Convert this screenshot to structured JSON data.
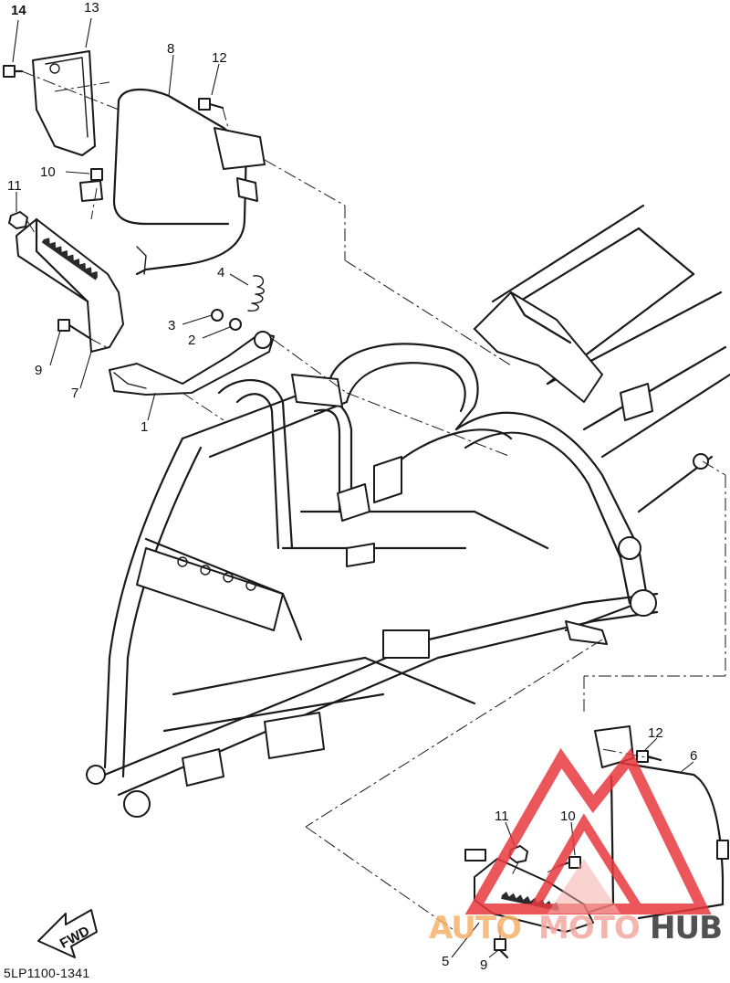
{
  "diagram": {
    "callouts": {
      "c1": "1",
      "c2": "2",
      "c3": "3",
      "c4": "4",
      "c5": "5",
      "c6": "6",
      "c7": "7",
      "c8": "8",
      "c9_left": "9",
      "c9_right": "9",
      "c10_left": "10",
      "c10_right": "10",
      "c11_left": "11",
      "c11_right": "11",
      "c12_top": "12",
      "c12_right": "12",
      "c13": "13",
      "c14": "14"
    },
    "fwd_label": "FWD",
    "footer_code": "5LP1100-1341"
  },
  "watermark": {
    "left_text": "AUTO",
    "middle_text": "MOTO",
    "right_text": "HUB",
    "primary_color": "#e8393e",
    "secondary_color": "#f4a9a0",
    "accent_color": "#f6b26b",
    "dark_color": "#333333"
  }
}
